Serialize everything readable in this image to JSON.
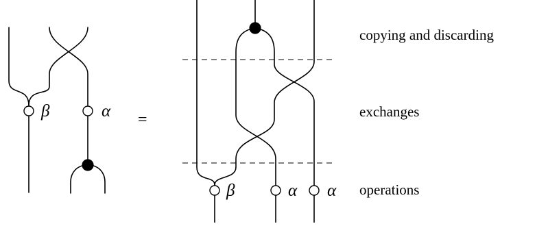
{
  "labels": {
    "beta": "β",
    "alpha": "α",
    "equals": "="
  },
  "captions": {
    "copying": "copying and discarding",
    "exchanges": "exchanges",
    "operations": "operations"
  }
}
